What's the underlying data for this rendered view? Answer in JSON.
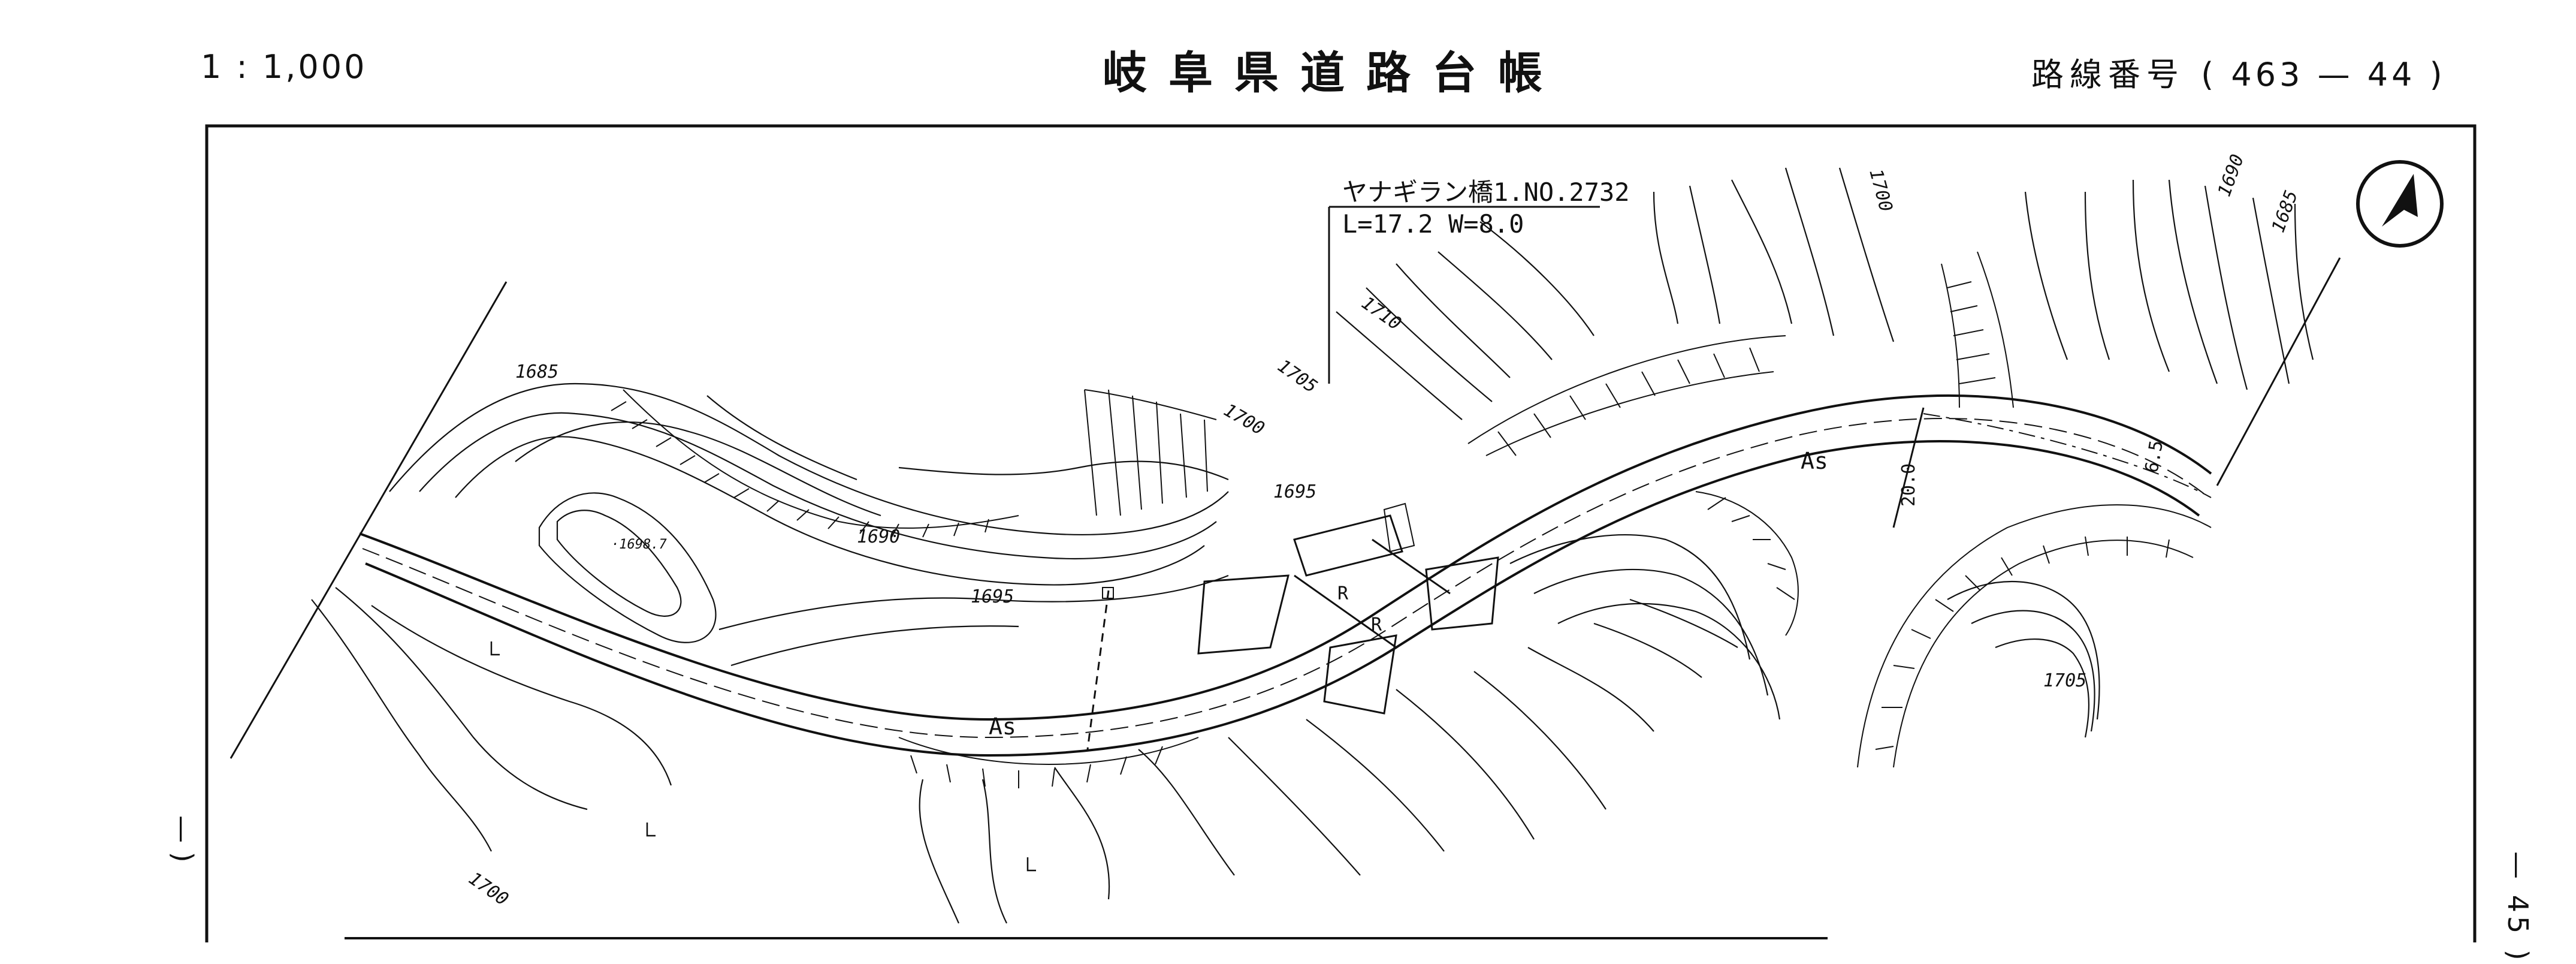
{
  "header": {
    "scale": "1 : 1,000",
    "title": "岐阜県道路台帳",
    "route_label": "路線番号",
    "route_number": "( 463 — 44 )"
  },
  "side_marks": {
    "left": "— )",
    "right": "— 45 )"
  },
  "bridge": {
    "name": "ヤナギラン橋1.NO.2732",
    "dims": "L=17.2 W=8.0"
  },
  "contour_labels": [
    "1685",
    "1690",
    "1695",
    "1700",
    "1705",
    "1710",
    "1695",
    "1690",
    "1685",
    "1700",
    "1705",
    "1700"
  ],
  "spot_height": "·1698.7",
  "surface_labels": [
    "As",
    "As"
  ],
  "dimension_labels": [
    "20.0",
    "6.5"
  ],
  "small_marks": [
    "R",
    "R"
  ],
  "icons": {
    "north_arrow": "north-arrow-icon"
  },
  "colors": {
    "ink": "#111111",
    "paper": "#ffffff"
  }
}
